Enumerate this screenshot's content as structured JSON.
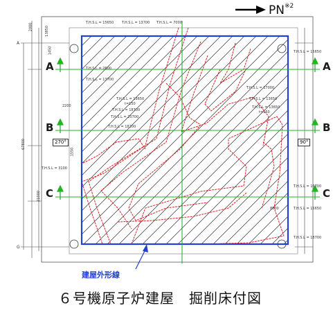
{
  "north_marker": {
    "text": "PN",
    "note": "※2"
  },
  "section_labels": {
    "a_left": "A",
    "a_right": "A",
    "b_left": "B",
    "b_right": "B",
    "c_left": "C",
    "c_right": "C"
  },
  "building_outline_label": "建屋外形線",
  "caption": "６号機原子炉建屋　掘削床付図",
  "angles": {
    "left": "270°",
    "right": "90°"
  },
  "axis_tags": {
    "a": "A",
    "g": "G"
  },
  "callouts": {
    "top1": "T.H.S.L = 15650",
    "top2": "T.H.S.L = 13700",
    "top3": "T.H.S.L = 7000",
    "r1": "T.H.S.L = 15650",
    "r2": "T.H.S.L = 17000",
    "r3": "T.H.S.L = 13650",
    "r4": "T.H.S.L = 16700",
    "r5": "T.H.S.L = 15650",
    "r6": "T.H.S.L = 18700",
    "l1": "T.H.S.L = 2600",
    "l2": "T.H.S.L = 13700",
    "m1": "T.H.S.L = 13650",
    "m1b": "t=150",
    "m2": "T.H.S.L = 18700",
    "m3": "T.H.S.L = 20700",
    "m4": "T.H.S.L = 18200",
    "m5": "T.H.S.L = 13650",
    "m5b": "t=150",
    "l3": "T.H.S.L = 3100"
  },
  "dimensions": {
    "d1": "2000",
    "d2": "13850",
    "d3": "1450",
    "d4": "2200",
    "d5": "67800",
    "d6": "21000",
    "d7": "1550",
    "d8": "8500"
  },
  "colors": {
    "blue_outline": "#1f3fd6",
    "green_lines": "#22b622",
    "red_contours": "#e02020",
    "hatch": "#333333"
  }
}
